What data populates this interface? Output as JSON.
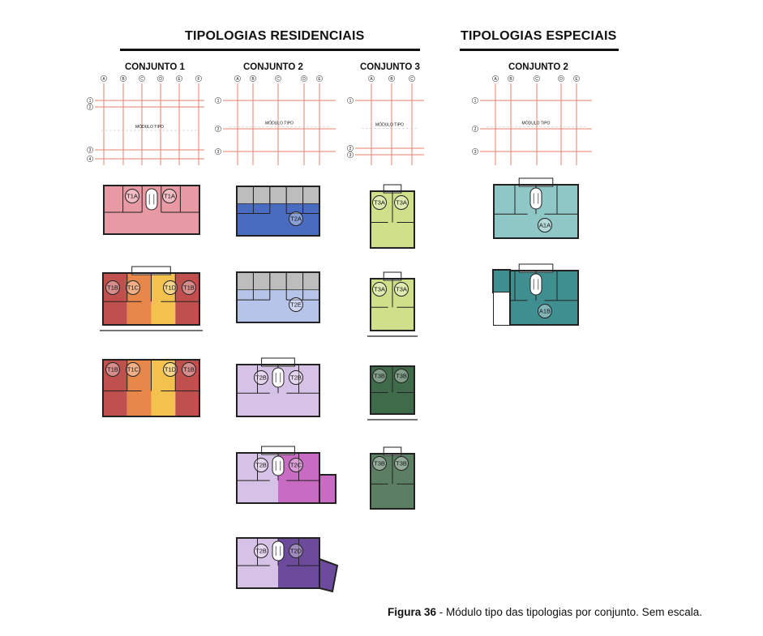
{
  "headings": {
    "residenciais": "TIPOLOGIAS RESIDENCIAIS",
    "especiais": "TIPOLOGIAS ESPECIAIS"
  },
  "sets": {
    "conjunto1": "CONJUNTO 1",
    "conjunto2": "CONJUNTO 2",
    "conjunto3": "CONJUNTO 3",
    "conjunto2_especial": "CONJUNTO 2"
  },
  "grid_label": "MÓDULO TIPO",
  "grids": {
    "conjunto1": {
      "cols": [
        "A",
        "B",
        "C",
        "D",
        "E",
        "F"
      ],
      "rows": [
        "1",
        "2",
        "3",
        "4"
      ]
    },
    "conjunto2": {
      "cols": [
        "A",
        "B",
        "C",
        "D",
        "E"
      ],
      "rows": [
        "1",
        "2",
        "3"
      ]
    },
    "conjunto3": {
      "cols": [
        "A",
        "B",
        "C"
      ],
      "rows": [
        "1",
        "2",
        "3"
      ]
    },
    "especial": {
      "cols": [
        "A",
        "B",
        "C",
        "D",
        "E"
      ],
      "rows": [
        "1",
        "2",
        "3"
      ]
    }
  },
  "plans": {
    "c1_r1": {
      "color": "#e79aa3",
      "labels": [
        "T1A",
        "T1A"
      ]
    },
    "c1_r2": {
      "colors": [
        "#c0504d",
        "#e8874a",
        "#f2c14e",
        "#c0504d"
      ],
      "labels": [
        "T1B",
        "T1C",
        "T1D",
        "T1B"
      ]
    },
    "c1_r3": {
      "colors": [
        "#c0504d",
        "#e8874a",
        "#f2c14e",
        "#c0504d"
      ],
      "labels": [
        "T1B",
        "T1C",
        "T1D",
        "T1B"
      ]
    },
    "c2_r1": {
      "color": "#4a6cc0",
      "labels": [
        "T2A"
      ]
    },
    "c2_r2": {
      "color": "#b7c4ea",
      "labels": [
        "T2E"
      ]
    },
    "c2_r3": {
      "color": "#d6c2e6",
      "labels": [
        "T2B",
        "T2B"
      ]
    },
    "c2_r4": {
      "colors": [
        "#d6c2e6",
        "#c86bc2"
      ],
      "labels": [
        "T2B",
        "T2C"
      ]
    },
    "c2_r5": {
      "colors": [
        "#d6c2e6",
        "#6c4a9c"
      ],
      "labels": [
        "T2B",
        "T2D"
      ]
    },
    "c3_r1": {
      "color": "#cfe08a",
      "labels": [
        "T3A",
        "T3A"
      ]
    },
    "c3_r2": {
      "color": "#cfe08a",
      "labels": [
        "T3A",
        "T3A"
      ]
    },
    "c3_r3": {
      "color": "#3f6b4a",
      "labels": [
        "T3B",
        "T3B"
      ]
    },
    "c3_r4": {
      "color": "#5c7f63",
      "labels": [
        "T3B",
        "T3B"
      ]
    },
    "e_r1": {
      "color": "#8fc6c6",
      "labels": [
        "A1A"
      ]
    },
    "e_r2": {
      "color": "#3f8e90",
      "labels": [
        "A1B"
      ]
    }
  },
  "caption": {
    "figure": "Figura 36",
    "text": " - Módulo tipo das tipologias por conjunto. Sem escala."
  }
}
